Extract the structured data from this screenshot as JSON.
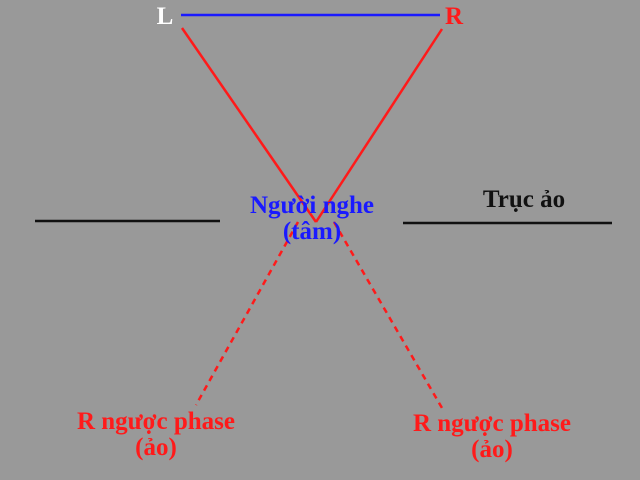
{
  "colors": {
    "background": "#999999",
    "left_label": "#ffffff",
    "speaker_link": "#1a1aff",
    "real_path": "#ff1a1a",
    "listener": "#1a1aff",
    "axis": "#111111",
    "ghost": "#ff1a1a"
  },
  "labels": {
    "left": "L",
    "right": "R",
    "listener_line1": "Người nghe",
    "listener_line2": "(tâm)",
    "axis": "Trục ảo",
    "ghost_left_line1": "R ngược phase",
    "ghost_left_line2": "(ảo)",
    "ghost_right_line1": "R ngược phase",
    "ghost_right_line2": "(ảo)"
  }
}
